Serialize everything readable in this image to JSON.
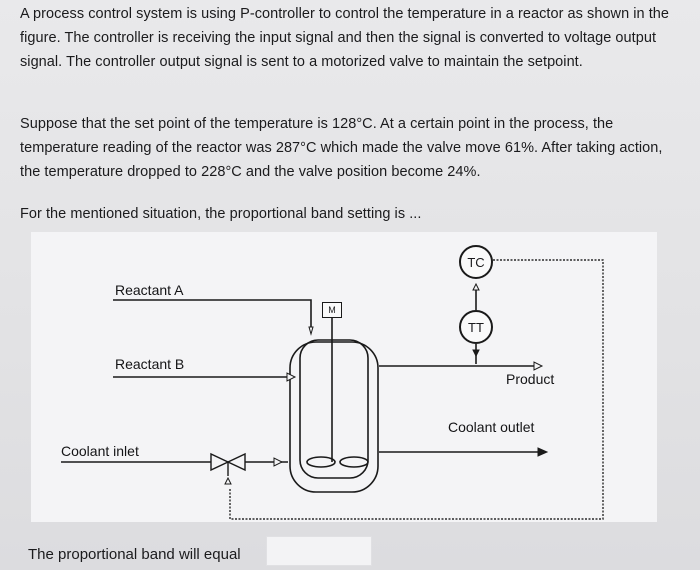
{
  "question": {
    "paragraph1": "A process control system is using P-controller to control the temperature in a reactor as shown in the figure. The controller is receiving the input signal and then the signal is converted to voltage output signal. The controller output signal is sent to a motorized valve to maintain the setpoint.",
    "paragraph2": "Suppose that the set point of the temperature is 128°C. At a certain point in the process, the temperature reading of the reactor was 287°C which made the valve move 61%. After taking action, the temperature dropped to 228°C and the valve position become 24%.",
    "paragraph3": "For the mentioned situation, the proportional band setting is ..."
  },
  "figure": {
    "reactant_a": "Reactant A",
    "reactant_b": "Reactant B",
    "coolant_inlet": "Coolant inlet",
    "product": "Product",
    "coolant_outlet": "Coolant outlet",
    "tc": "TC",
    "tt": "TT",
    "motor": "M"
  },
  "answer": {
    "prompt": "The proportional band will equal",
    "value": ""
  }
}
